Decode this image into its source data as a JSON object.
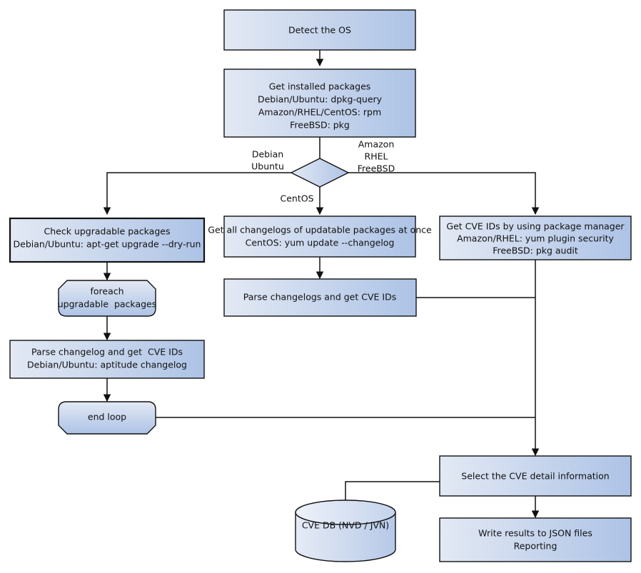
{
  "diagram": {
    "title": "OS package vulnerability scanning flow",
    "colors": {
      "fill_light": "#dfe6f3",
      "fill_dark": "#aec4e6",
      "stroke": "#111111",
      "background": "#ffffff"
    },
    "nodes": {
      "detect_os": {
        "label": "Detect the OS",
        "lines": [
          "Detect the OS"
        ],
        "shape": "rect"
      },
      "get_installed_packages": {
        "label": "Get installed packages",
        "lines": [
          "Get installed packages",
          "Debian/Ubuntu: dpkg-query",
          "Amazon/RHEL/CentOS: rpm",
          "FreeBSD: pkg"
        ],
        "shape": "rect"
      },
      "os_decision": {
        "label": "",
        "lines": [],
        "shape": "diamond"
      },
      "check_upgradable": {
        "label": "Check upgradable packages",
        "lines": [
          "Check upgradable packages",
          "Debian/Ubuntu: apt-get upgrade --dry-run"
        ],
        "shape": "rect"
      },
      "get_all_changelogs": {
        "label": "Get all changelogs of updatable packages at once",
        "lines": [
          "Get all changelogs of updatable packages at once",
          "CentOS: yum update --changelog"
        ],
        "shape": "rect"
      },
      "get_cve_ids_pkgmgr": {
        "label": "Get CVE IDs by using package manager",
        "lines": [
          "Get CVE IDs by using package manager",
          "Amazon/RHEL: yum plugin security",
          "FreeBSD: pkg audit"
        ],
        "shape": "rect"
      },
      "foreach_loop": {
        "label": "foreach upgradable packages",
        "lines": [
          "foreach",
          "upgradable  packages"
        ],
        "shape": "loop-start"
      },
      "parse_changelog_single": {
        "label": "Parse changelog and get CVE IDs",
        "lines": [
          "Parse changelog and get  CVE IDs",
          "Debian/Ubuntu: aptitude changelog"
        ],
        "shape": "rect"
      },
      "end_loop": {
        "label": "end loop",
        "lines": [
          "end loop"
        ],
        "shape": "loop-end"
      },
      "parse_changelogs_multi": {
        "label": "Parse changelogs and get CVE IDs",
        "lines": [
          "Parse changelogs and get CVE IDs"
        ],
        "shape": "rect"
      },
      "select_cve_detail": {
        "label": "Select the CVE detail information",
        "lines": [
          "Select the CVE detail information"
        ],
        "shape": "rect"
      },
      "cve_db": {
        "label": "CVE DB (NVD / JVN)",
        "lines": [
          "CVE DB (NVD / JVN)"
        ],
        "shape": "cylinder"
      },
      "write_results": {
        "label": "Write results to JSON files Reporting",
        "lines": [
          "Write results to JSON files",
          "Reporting"
        ],
        "shape": "rect"
      }
    },
    "edge_labels": {
      "debian_ubuntu": [
        "Debian",
        "Ubuntu"
      ],
      "amazon_rhel_freebsd": [
        "Amazon",
        "RHEL",
        "FreeBSD"
      ],
      "centos": [
        "CentOS"
      ]
    }
  }
}
